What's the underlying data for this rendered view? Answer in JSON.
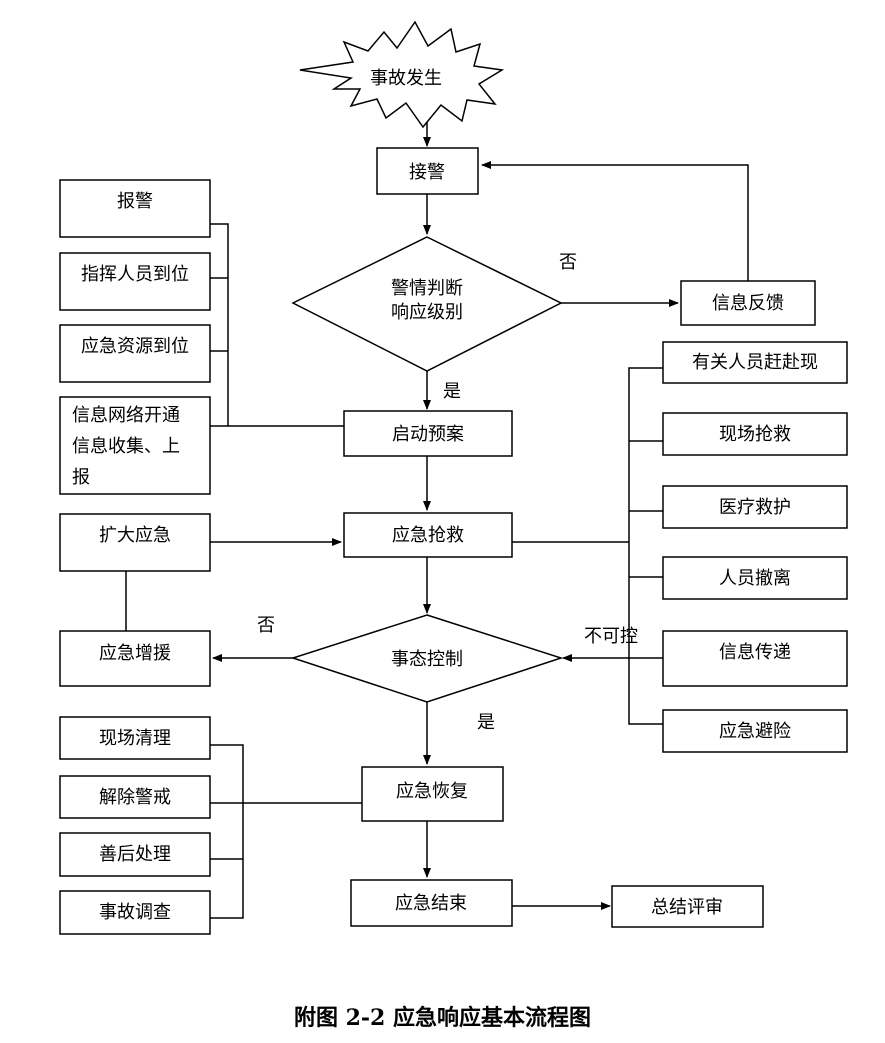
{
  "diagram": {
    "nodes": {
      "start": "事故发生",
      "receive": "接警",
      "judge_l1": "警情判断",
      "judge_l2": "响应级别",
      "feedback": "信息反馈",
      "plan": "启动预案",
      "rescue": "应急抢救",
      "control": "事态控制",
      "reinforce": "应急增援",
      "recovery": "应急恢复",
      "end": "应急结束",
      "review": "总结评审",
      "report": "报警",
      "command": "指挥人员到位",
      "resource": "应急资源到位",
      "network_l1": "信息网络开通",
      "network_l2": "信息收集、上",
      "network_l3": "报",
      "expand": "扩大应急",
      "arrive": "有关人员赶赴现",
      "onsite": "现场抢救",
      "medical": "医疗救护",
      "evacuate": "人员撤离",
      "transmit": "信息传递",
      "avoid": "应急避险",
      "clean": "现场清理",
      "release": "解除警戒",
      "aftermath": "善后处理",
      "investigate": "事故调查"
    },
    "edge_labels": {
      "no_1": "否",
      "yes_1": "是",
      "no_2": "否",
      "yes_2": "是",
      "uncontrollable": "不可控"
    }
  },
  "caption": "附图 2-2  应急响应基本流程图"
}
